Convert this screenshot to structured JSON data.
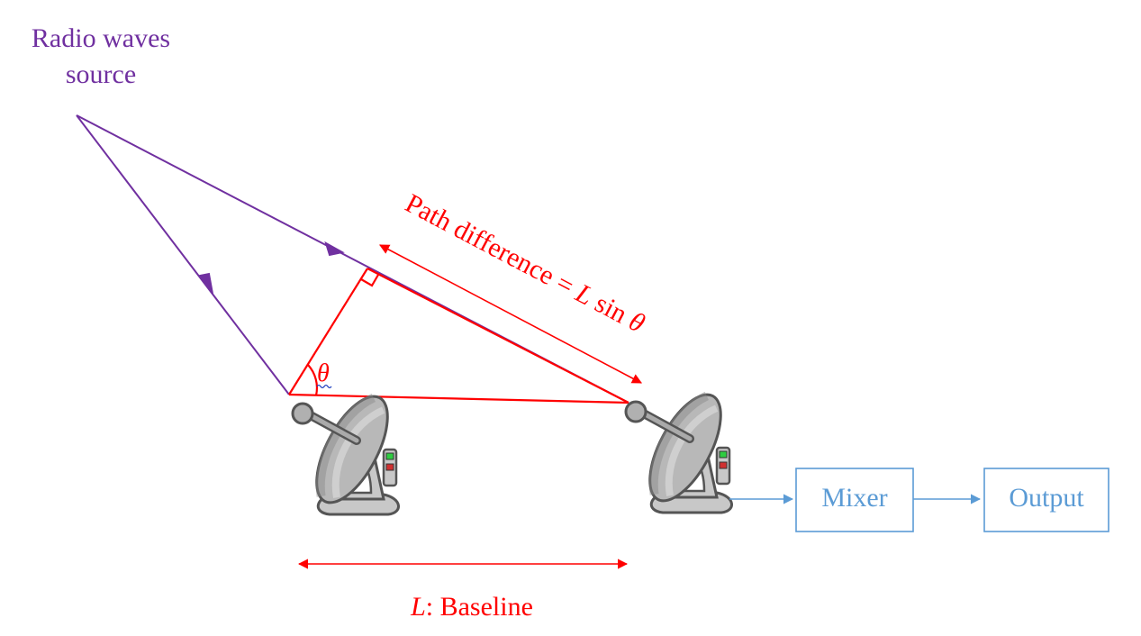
{
  "source": {
    "label_line1": "Radio waves",
    "label_line2": "source"
  },
  "path_difference": {
    "label": "Path difference = ",
    "symbol_L": "L",
    "sin_text": " sin ",
    "symbol_theta": "θ"
  },
  "angle": {
    "symbol": "θ"
  },
  "baseline": {
    "symbol": "L",
    "label": ": Baseline"
  },
  "mixer": {
    "label": "Mixer"
  },
  "output": {
    "label": "Output"
  },
  "colors": {
    "wave": "#7030a0",
    "geometry": "#ff0000",
    "signal": "#5b9bd5",
    "dish_body": "#c8c8c8",
    "dish_outline": "#555555"
  }
}
